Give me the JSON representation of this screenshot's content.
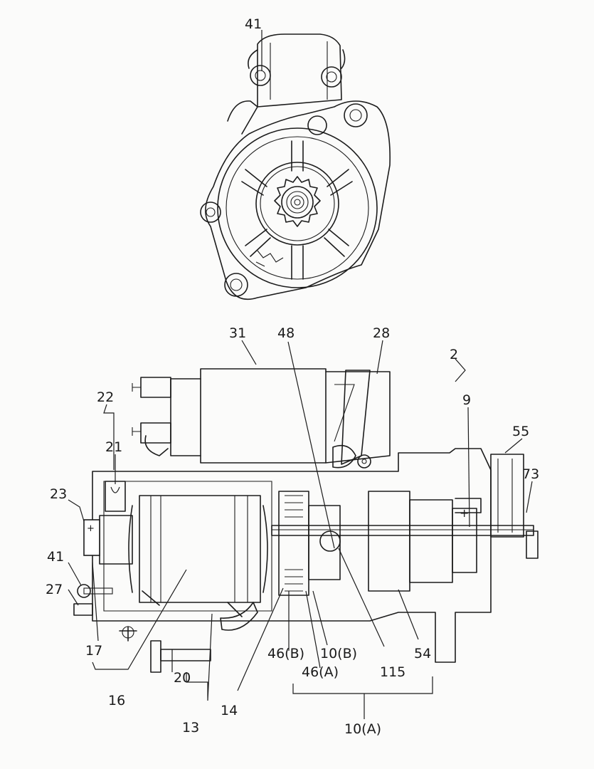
{
  "figure": {
    "labels": {
      "l41_top": "41",
      "l31": "31",
      "l48": "48",
      "l28": "28",
      "l2": "2",
      "l9": "9",
      "l55": "55",
      "l73": "73",
      "l22": "22",
      "l21": "21",
      "l23": "23",
      "l41": "41",
      "l27": "27",
      "l17": "17",
      "l16": "16",
      "l20": "20",
      "l13": "13",
      "l14": "14",
      "l46b": "46(B)",
      "l10b": "10(B)",
      "l46a": "46(A)",
      "l115": "115",
      "l54": "54",
      "l10a": "10(A)"
    }
  }
}
